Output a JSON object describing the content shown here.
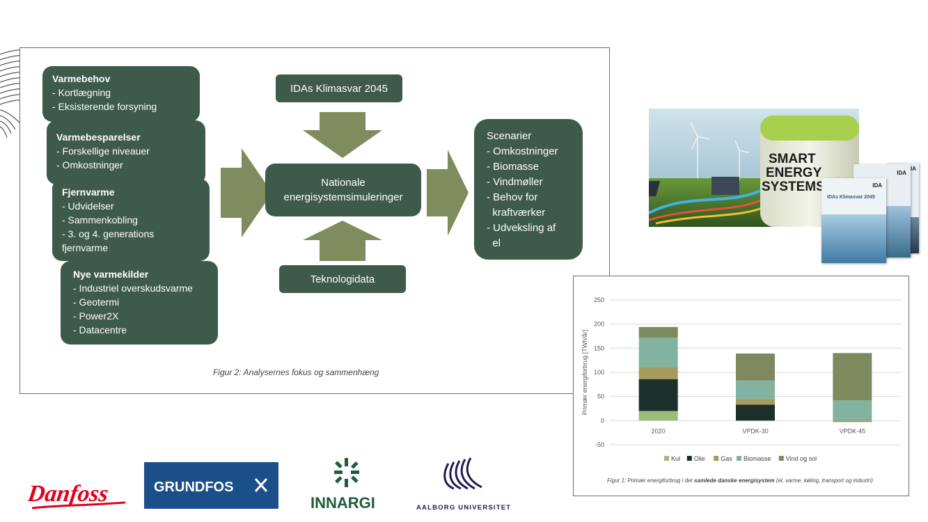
{
  "diagram": {
    "left_boxes": [
      {
        "title": "Varmebehov",
        "items": [
          "- Kortlægning",
          "- Eksisterende forsyning"
        ]
      },
      {
        "title": "Varmebesparelser",
        "items": [
          "- Forskellige niveauer",
          "- Omkostninger"
        ]
      },
      {
        "title": "Fjernvarme",
        "items": [
          "- Udvidelser",
          "- Sammenkobling",
          "- 3. og 4. generations",
          "fjernvarme"
        ]
      },
      {
        "title": "Nye varmekilder",
        "items": [
          "- Industriel overskudsvarme",
          "- Geotermi",
          "- Power2X",
          "- Datacentre"
        ]
      }
    ],
    "top_box": "IDAs Klimasvar 2045",
    "center_box": [
      "Nationale",
      "energisystemsimuleringer"
    ],
    "bottom_box": "Teknologidata",
    "scenarios": {
      "title": "Scenarier",
      "items": [
        "- Omkostninger",
        "- Biomasse",
        "- Vindmøller",
        "- Behov for",
        "  kraftværker",
        "- Udveksling af",
        "  el"
      ]
    },
    "caption": "Figur 2: Analysernes fokus og sammenhæng"
  },
  "image": {
    "sign_lines": [
      "SMART",
      "ENERGY",
      "SYSTEMS"
    ],
    "cover_title": "IDAs Klimasvar 2045",
    "cover_brand": "IDA"
  },
  "chart_data": {
    "type": "bar",
    "stacked": true,
    "categories": [
      "2020",
      "VPDK-30",
      "VPDK-45"
    ],
    "series": [
      {
        "name": "Kul",
        "color": "#9dbb7a",
        "values": [
          20,
          0,
          0
        ]
      },
      {
        "name": "Olie",
        "color": "#1b2f2b",
        "values": [
          66,
          33,
          0
        ]
      },
      {
        "name": "Gas",
        "color": "#a69a5c",
        "values": [
          25,
          12,
          0
        ]
      },
      {
        "name": "Biomasse",
        "color": "#82b3a1",
        "values": [
          61,
          38,
          42
        ]
      },
      {
        "name": "Vind og sol",
        "color": "#7e8a5e",
        "values": [
          22,
          56,
          98
        ]
      }
    ],
    "neg_series": [
      {
        "name": "Gas",
        "color": "#a69a5c",
        "values": [
          0,
          0,
          -3
        ]
      }
    ],
    "ylabel": "Primær energiforbrug [TWh/år]",
    "ylim": [
      -50,
      250
    ],
    "yticks": [
      "250",
      "200",
      "150",
      "100",
      "50",
      "0",
      "-50"
    ],
    "ytick_values": [
      250,
      200,
      150,
      100,
      50,
      0,
      -50
    ],
    "grid": true,
    "legend_position": "bottom",
    "caption_prefix": "Figur 1: Primær energiforbrug i det ",
    "caption_bold": "samlede danske energisystem",
    "caption_suffix": " (el, varme, køling, transport og industri)"
  },
  "logos": {
    "danfoss": "Danfoss",
    "grundfos": "GRUNDFOS",
    "innargi": "INNARGI",
    "aau": "AALBORG UNIVERSITET"
  },
  "colors": {
    "box": "#3e5a4b",
    "arrow": "#7f8c5d",
    "danfoss": "#e2001a",
    "grundfos": "#1b4f8a",
    "innargi": "#1e5c3a",
    "aau": "#211a52"
  }
}
